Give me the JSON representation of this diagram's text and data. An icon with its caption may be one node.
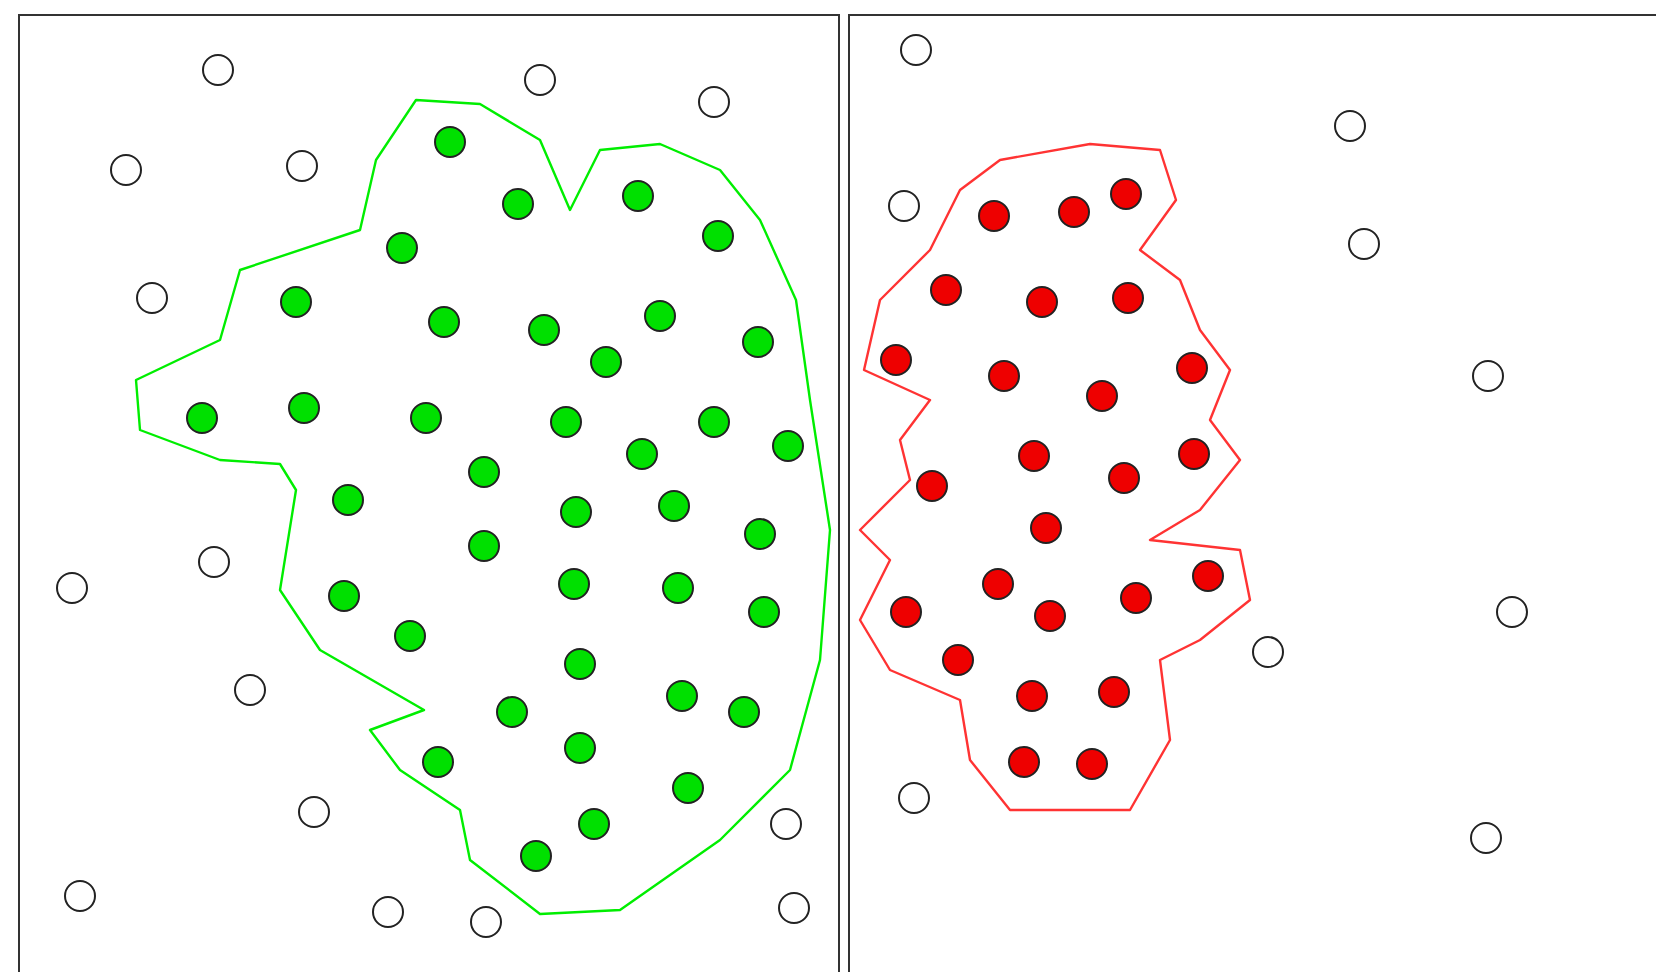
{
  "diagram": {
    "nodes": [
      {
        "text": [],
        "shape": "box"
      },
      {
        "text": [],
        "shape": "box"
      },
      {
        "text": [],
        "shape": "blob",
        "in": 0
      },
      {
        "text": [],
        "shape": "blob",
        "in": 1
      }
    ]
  }
}
